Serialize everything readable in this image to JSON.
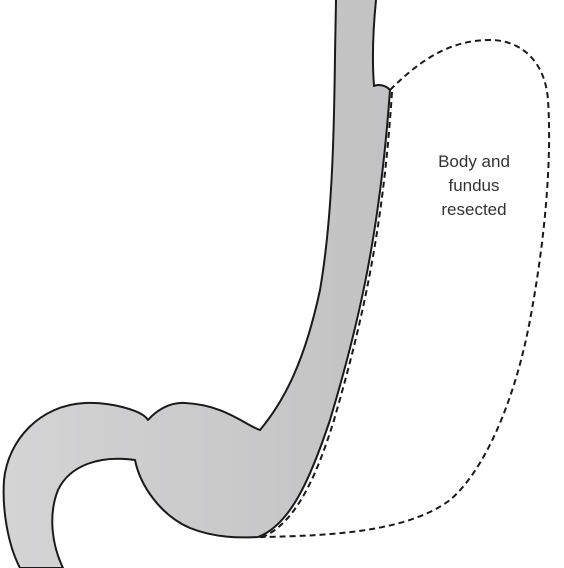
{
  "annotation": {
    "lines": [
      "Body and",
      "fundus",
      "resected"
    ]
  },
  "colors": {
    "tissue_fill": "#c8c8c9",
    "outline": "#1a1a1a",
    "background": "#ffffff",
    "text": "#333333"
  }
}
